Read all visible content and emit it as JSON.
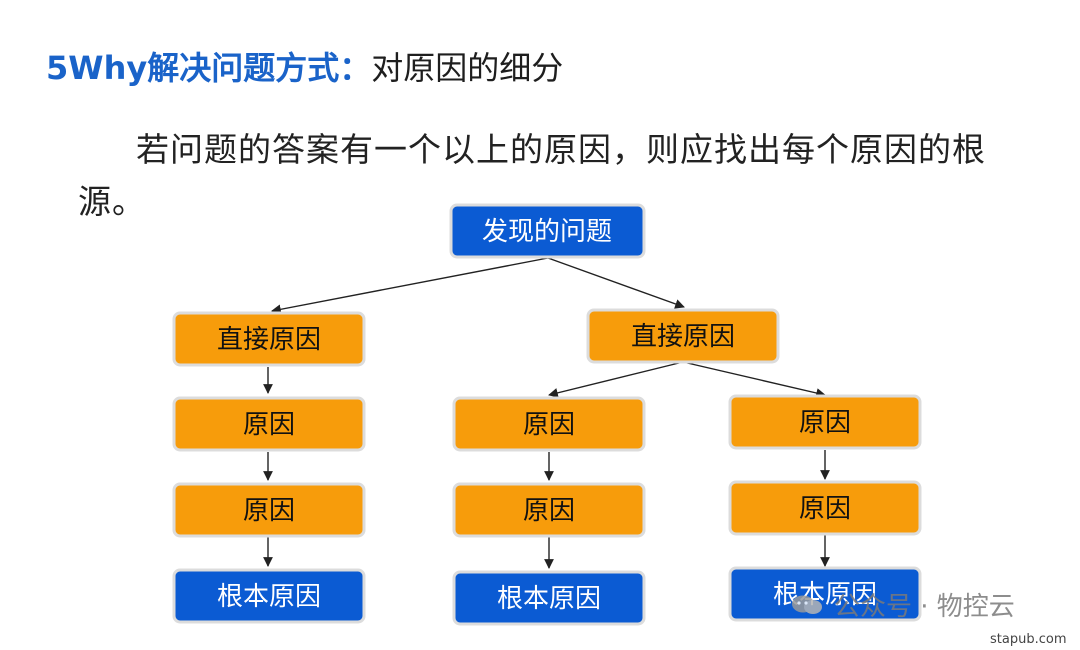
{
  "title": {
    "accent": "5Why解决问题方式：",
    "rest": "对原因的细分"
  },
  "paragraph": "若问题的答案有一个以上的原因，则应找出每个原因的根源。",
  "colors": {
    "blue_node": "#0b5bd3",
    "orange_node": "#f79c0b",
    "title_accent": "#1a63c9"
  },
  "diagram": {
    "root": "发现的问题",
    "branches": [
      {
        "direct": "直接原因",
        "chains": [
          [
            "原因",
            "原因",
            "根本原因"
          ]
        ]
      },
      {
        "direct": "直接原因",
        "chains": [
          [
            "原因",
            "原因",
            "根本原因"
          ],
          [
            "原因",
            "原因",
            "根本原因"
          ]
        ]
      }
    ]
  },
  "watermark": {
    "text": "公众号 · 物控云",
    "icon": "wechat-icon"
  },
  "site": "stapub.com"
}
